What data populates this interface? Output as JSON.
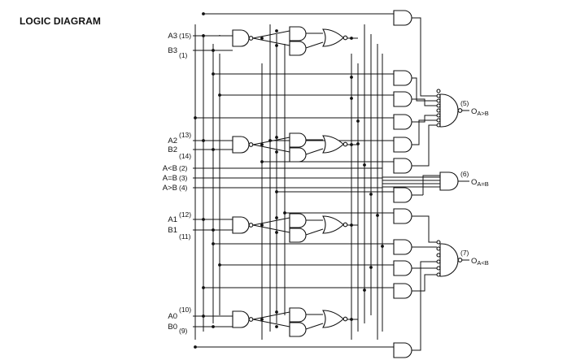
{
  "title": "LOGIC DIAGRAM",
  "inputs": [
    {
      "name": "A3",
      "pin": "(15)"
    },
    {
      "name": "B3",
      "pin": "(1)"
    },
    {
      "name": "A2",
      "pin": "(13)"
    },
    {
      "name": "B2",
      "pin": "(14)"
    },
    {
      "name": "A<B",
      "pin": "(2)"
    },
    {
      "name": "A=B",
      "pin": "(3)"
    },
    {
      "name": "A>B",
      "pin": "(4)"
    },
    {
      "name": "A1",
      "pin": "(12)"
    },
    {
      "name": "B1",
      "pin": "(11)"
    },
    {
      "name": "A0",
      "pin": "(10)"
    },
    {
      "name": "B0",
      "pin": "(9)"
    }
  ],
  "outputs": [
    {
      "main": "O",
      "sub": "A>B",
      "pin": "(5)"
    },
    {
      "main": "O",
      "sub": "A=B",
      "pin": "(6)"
    },
    {
      "main": "O",
      "sub": "A<B",
      "pin": "(7)"
    }
  ]
}
